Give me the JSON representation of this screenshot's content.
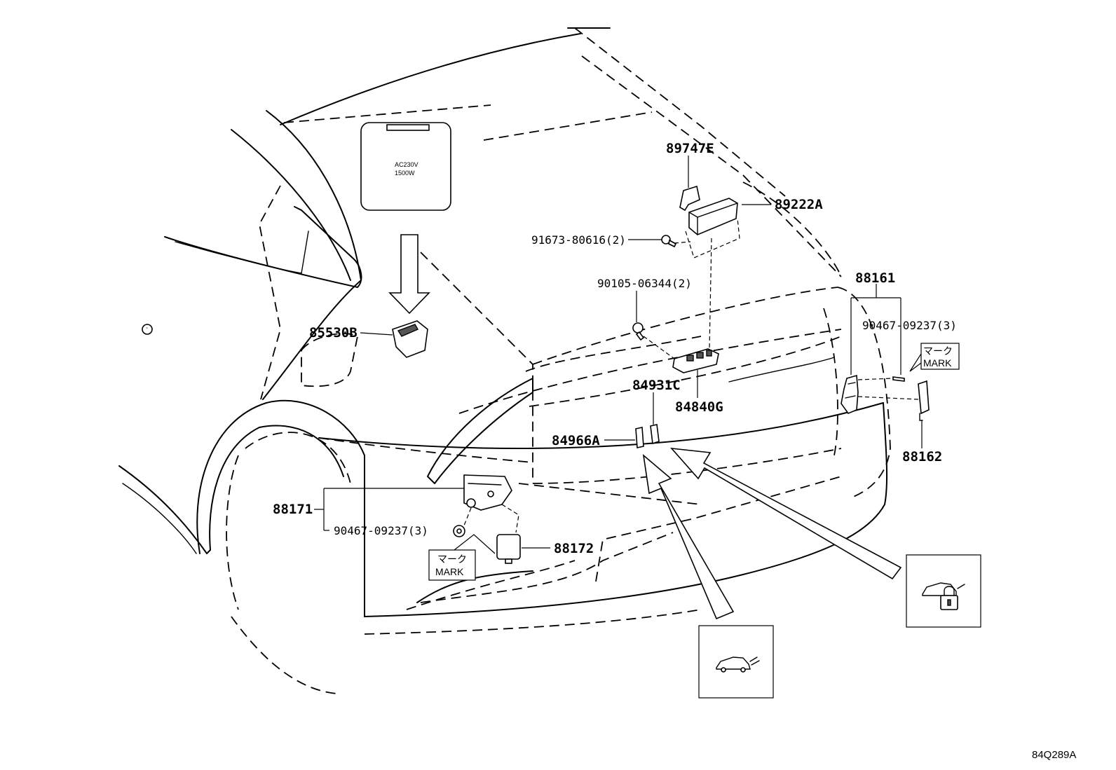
{
  "figure_id": "84Q289A",
  "outlet_lid": {
    "line1": "AC230V",
    "line2": "1500W"
  },
  "mark_label": {
    "jp": "マーク",
    "en": "MARK"
  },
  "parts": {
    "p89747E": "89747E",
    "p89222A": "89222A",
    "p91673": "91673-80616(2)",
    "p90105": "90105-06344(2)",
    "p88161": "88161",
    "p90467_right": "90467-09237(3)",
    "p85530B": "85530B",
    "p84931C": "84931C",
    "p84840G": "84840G",
    "p84966A": "84966A",
    "p88162": "88162",
    "p88171": "88171",
    "p90467_left": "90467-09237(3)",
    "p88172": "88172"
  }
}
